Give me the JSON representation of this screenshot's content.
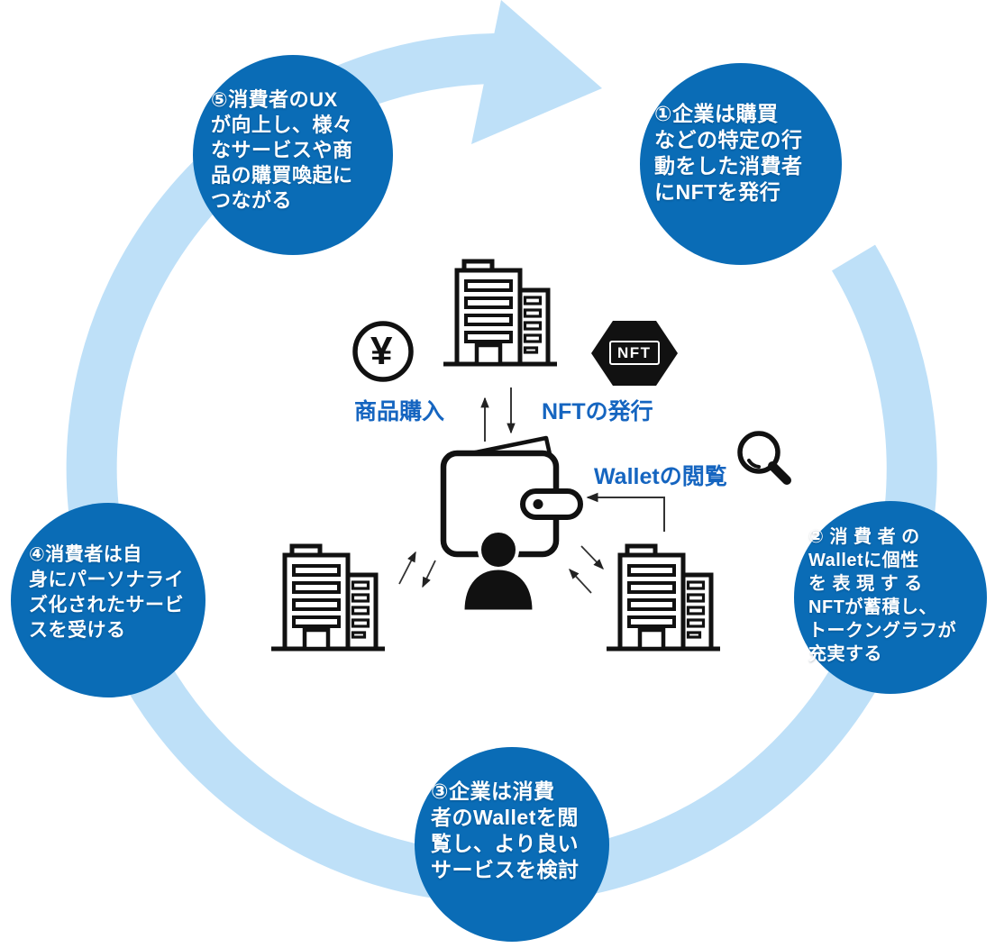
{
  "colors": {
    "circle-blue": "#0a6cb6",
    "ring-blue": "#bee0f8",
    "label-blue": "#1565c0",
    "ink": "#111111"
  },
  "cycle_steps": [
    {
      "id": 1,
      "position": "top-right",
      "lines": [
        "①企業は購買",
        "などの特定の行",
        "動をした消費者",
        "にNFTを発行"
      ]
    },
    {
      "id": 2,
      "position": "right",
      "lines": [
        "② 消 費 者 の",
        "Walletに個性",
        "を 表 現 す る",
        "NFTが蓄積し、",
        "トークングラフが",
        "充実する"
      ]
    },
    {
      "id": 3,
      "position": "bottom",
      "lines": [
        "③企業は消費",
        "者のWalletを閲",
        "覧し、より良い",
        "サービスを検討"
      ]
    },
    {
      "id": 4,
      "position": "left",
      "lines": [
        "④消費者は自",
        "身にパーソナライ",
        "ズ化されたサービ",
        "スを受ける"
      ]
    },
    {
      "id": 5,
      "position": "top-left",
      "lines": [
        "⑤消費者のUX",
        "が向上し、様々",
        "なサービスや商",
        "品の購買喚起に",
        "つながる"
      ]
    }
  ],
  "center": {
    "purchase_label": "商品購入",
    "nft_issue_label": "NFTの発行",
    "wallet_view_label": "Walletの閲覧",
    "nft_badge": "NFT",
    "yen_symbol": "¥"
  },
  "icons": [
    "cycle-ring-arrow",
    "company-building-icon",
    "wallet-icon",
    "person-icon",
    "yen-coin-icon",
    "nft-hexagon-icon",
    "magnifier-icon"
  ]
}
